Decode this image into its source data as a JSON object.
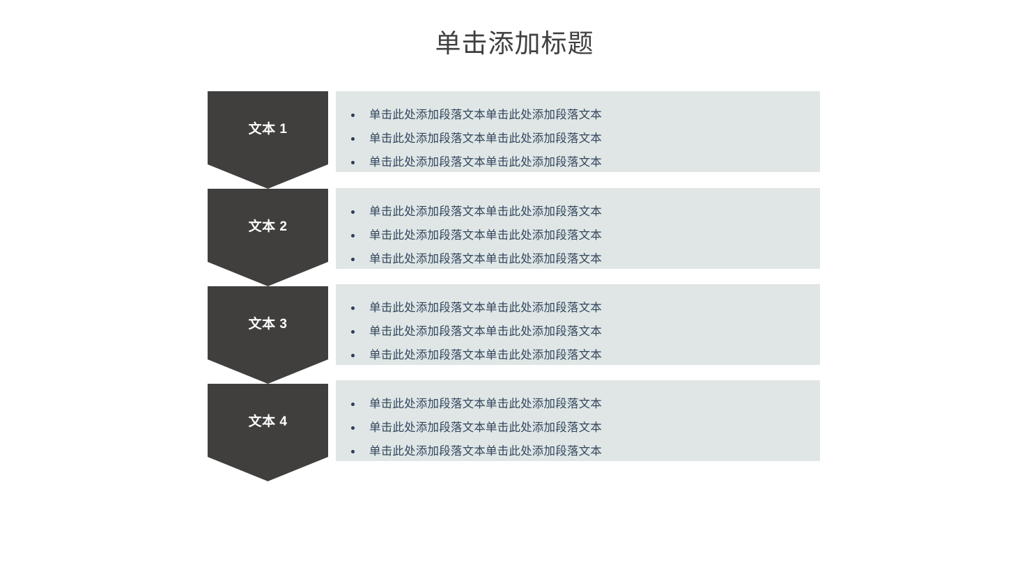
{
  "slide": {
    "title": "单击添加标题",
    "background_color": "#ffffff",
    "title_color": "#404040",
    "chevron_color": "#403f3e",
    "panel_color": "#dfe6e5",
    "body_text_color": "#33465e",
    "bullet_color": "#2c3e55"
  },
  "sections": [
    {
      "label": "文本 1",
      "bullets": [
        "单击此处添加段落文本单击此处添加段落文本",
        "单击此处添加段落文本单击此处添加段落文本",
        "单击此处添加段落文本单击此处添加段落文本"
      ]
    },
    {
      "label": "文本 2",
      "bullets": [
        "单击此处添加段落文本单击此处添加段落文本",
        "单击此处添加段落文本单击此处添加段落文本",
        "单击此处添加段落文本单击此处添加段落文本"
      ]
    },
    {
      "label": "文本 3",
      "bullets": [
        "单击此处添加段落文本单击此处添加段落文本",
        "单击此处添加段落文本单击此处添加段落文本",
        "单击此处添加段落文本单击此处添加段落文本"
      ]
    },
    {
      "label": "文本 4",
      "bullets": [
        "单击此处添加段落文本单击此处添加段落文本",
        "单击此处添加段落文本单击此处添加段落文本",
        "单击此处添加段落文本单击此处添加段落文本"
      ]
    }
  ]
}
